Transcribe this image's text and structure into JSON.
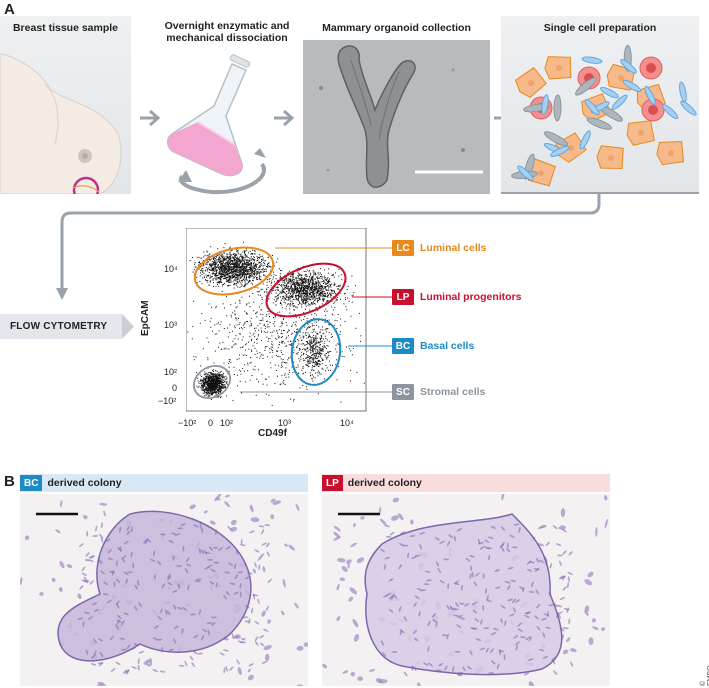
{
  "panel_a": {
    "letter": "A"
  },
  "panel_b": {
    "letter": "B"
  },
  "steps": [
    {
      "title": "Breast tissue sample"
    },
    {
      "title": "Overnight enzymatic and mechanical dissociation"
    },
    {
      "title": "Mammary organoid collection"
    },
    {
      "title": "Single cell preparation"
    }
  ],
  "flow_label": "FLOW CYTOMETRY",
  "plot": {
    "ylabel": "EpCAM",
    "xlabel": "CD49f",
    "y_ticks": [
      "10⁴",
      "10³",
      "10²",
      "0",
      "−10²"
    ],
    "x_ticks": [
      "−10²",
      "0",
      "10²",
      "10³",
      "10⁴"
    ]
  },
  "gates": [
    {
      "badge": "LC",
      "label": "Luminal cells",
      "color": "#e8891e"
    },
    {
      "badge": "LP",
      "label": "Luminal progenitors",
      "color": "#c8102e"
    },
    {
      "badge": "BC",
      "label": "Basal cells",
      "color": "#1f8bc6"
    },
    {
      "badge": "SC",
      "label": "Stromal cells",
      "color": "#8c959e"
    }
  ],
  "colonies": [
    {
      "badge": "BC",
      "label": "derived colony",
      "color": "#1f8bc6",
      "bg": "#d9e8f5"
    },
    {
      "badge": "LP",
      "label": "derived colony",
      "color": "#c8102e",
      "bg": "#f9dcdc"
    }
  ],
  "credit": "© EMBO"
}
